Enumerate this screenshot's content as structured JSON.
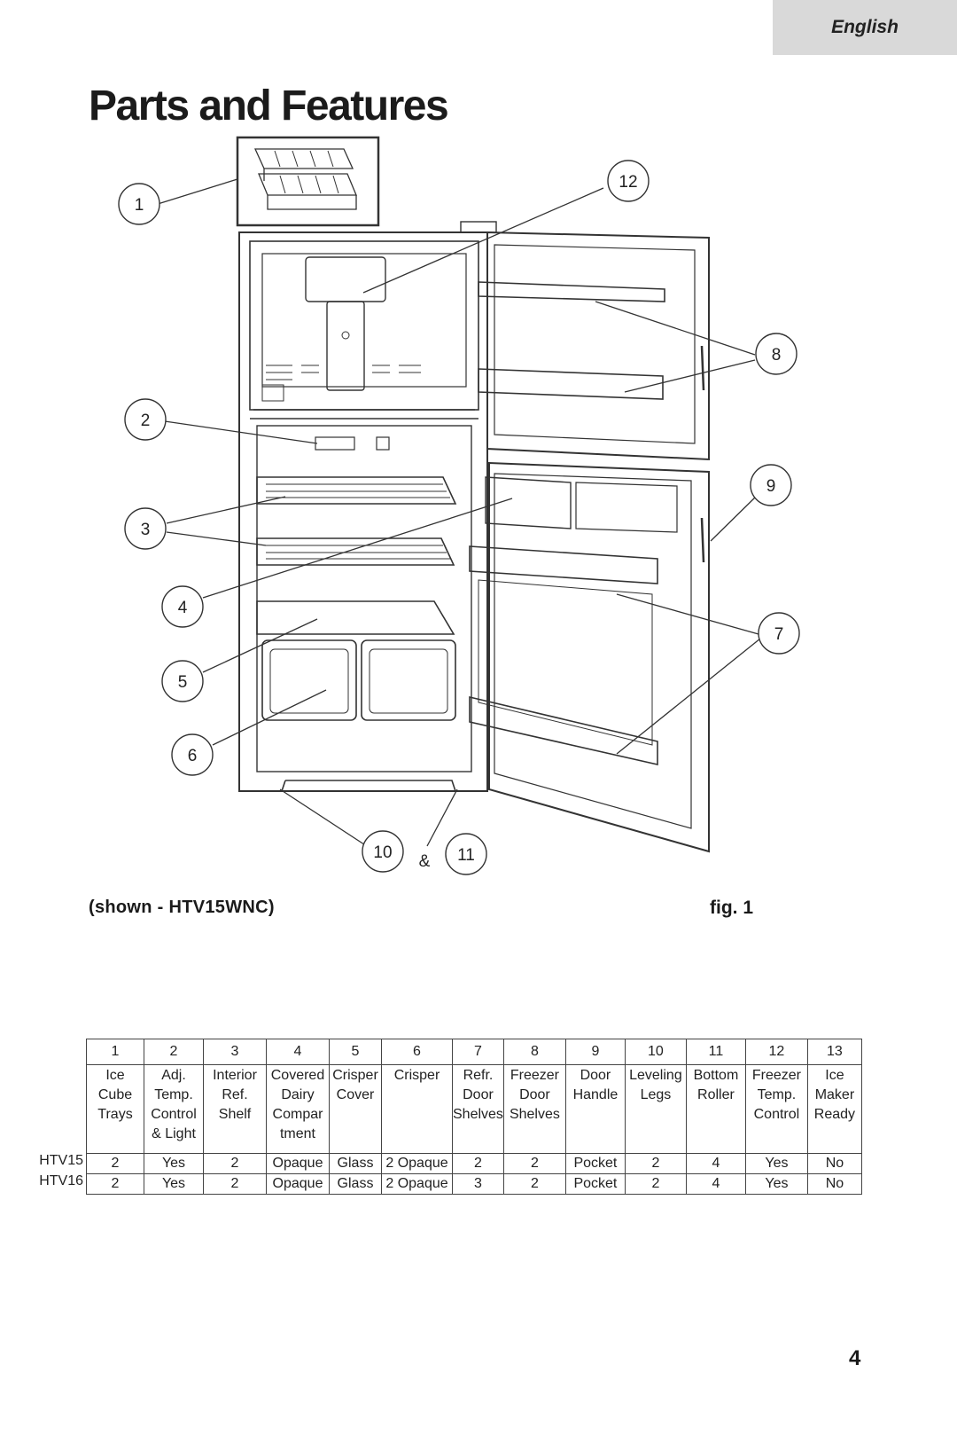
{
  "header": {
    "language_tab": "English"
  },
  "title": "Parts and Features",
  "diagram": {
    "callouts": [
      "1",
      "2",
      "3",
      "4",
      "5",
      "6",
      "7",
      "8",
      "9",
      "10",
      "11",
      "12"
    ],
    "ampersand": "&",
    "caption_left": "(shown - HTV15WNC)",
    "caption_right": "fig. 1"
  },
  "table": {
    "columns": [
      "1",
      "2",
      "3",
      "4",
      "5",
      "6",
      "7",
      "8",
      "9",
      "10",
      "11",
      "12",
      "13"
    ],
    "descriptions": [
      [
        "Ice",
        "Cube",
        "Trays"
      ],
      [
        "Adj.",
        "Temp.",
        "Control",
        "& Light"
      ],
      [
        "Interior",
        "Ref.",
        "Shelf"
      ],
      [
        "Covered",
        "Dairy",
        "Compar",
        "tment"
      ],
      [
        "Crisper",
        "Cover"
      ],
      [
        "Crisper"
      ],
      [
        "Refr.",
        "Door",
        "Shelves"
      ],
      [
        "Freezer",
        "Door",
        "Shelves"
      ],
      [
        "Door",
        "Handle"
      ],
      [
        "Leveling",
        "Legs"
      ],
      [
        "Bottom",
        "Roller"
      ],
      [
        "Freezer",
        "Temp.",
        "Control"
      ],
      [
        "Ice",
        "Maker",
        "Ready"
      ]
    ],
    "rows": [
      {
        "model": "HTV15",
        "values": [
          "2",
          "Yes",
          "2",
          "Opaque",
          "Glass",
          "2 Opaque",
          "2",
          "2",
          "Pocket",
          "2",
          "4",
          "Yes",
          "No"
        ]
      },
      {
        "model": "HTV16",
        "values": [
          "2",
          "Yes",
          "2",
          "Opaque",
          "Glass",
          "2 Opaque",
          "3",
          "2",
          "Pocket",
          "2",
          "4",
          "Yes",
          "No"
        ]
      }
    ]
  },
  "page_number": "4"
}
